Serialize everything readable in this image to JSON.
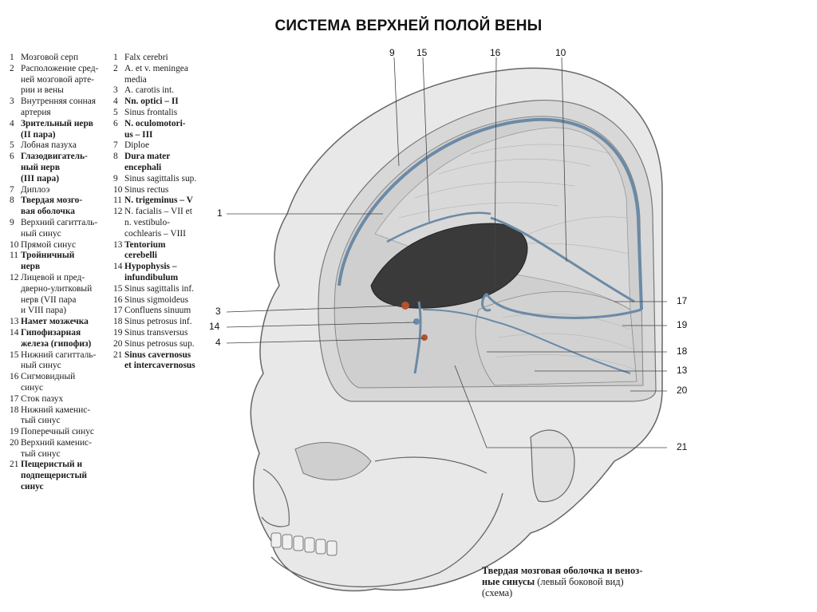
{
  "title": "СИСТЕМА ВЕРХНЕЙ ПОЛОЙ ВЕНЫ",
  "legend_ru": [
    {
      "n": "1",
      "text": "Мозговой серп",
      "bold": false
    },
    {
      "n": "2",
      "text": "Расположение сред-\nней мозговой арте-\nрии и вены",
      "bold": false
    },
    {
      "n": "3",
      "text": "Внутренняя сонная\nартерия",
      "bold": false
    },
    {
      "n": "4",
      "text": "Зрительный нерв\n(II пара)",
      "bold": true
    },
    {
      "n": "5",
      "text": "Лобная пазуха",
      "bold": false
    },
    {
      "n": "6",
      "text": "Глазодвигатель-\nный нерв\n(III пара)",
      "bold": true
    },
    {
      "n": "7",
      "text": "Диплоэ",
      "bold": false
    },
    {
      "n": "8",
      "text": "Твердая мозго-\nвая оболочка",
      "bold": true
    },
    {
      "n": "9",
      "text": "Верхний сагитталь-\nный синус",
      "bold": false
    },
    {
      "n": "10",
      "text": "Прямой синус",
      "bold": false
    },
    {
      "n": "11",
      "text": "Тройничный\nнерв",
      "bold": true
    },
    {
      "n": "12",
      "text": "Лицевой и пред-\nдверно-улитковый\nнерв (VII пара\nи VIII пара)",
      "bold": false
    },
    {
      "n": "13",
      "text": "Намет мозжечка",
      "bold": true
    },
    {
      "n": "14",
      "text": "Гипофизарная\nжелеза (гипофиз)",
      "bold": true
    },
    {
      "n": "15",
      "text": "Нижний сагитталь-\nный синус",
      "bold": false
    },
    {
      "n": "16",
      "text": "Сигмовидный\nсинус",
      "bold": false
    },
    {
      "n": "17",
      "text": "Сток пазух",
      "bold": false
    },
    {
      "n": "18",
      "text": "Нижний каменис-\nтый синус",
      "bold": false
    },
    {
      "n": "19",
      "text": "Поперечный синус",
      "bold": false
    },
    {
      "n": "20",
      "text": "Верхний каменис-\nтый синус",
      "bold": false
    },
    {
      "n": "21",
      "text": "Пещеристый и\nподпещеристый\nсинус",
      "bold": true
    }
  ],
  "legend_lat": [
    {
      "n": "1",
      "text": "Falx cerebri",
      "bold": false
    },
    {
      "n": "2",
      "text": "A. et v. meningea\nmedia",
      "bold": false
    },
    {
      "n": "3",
      "text": "A. carotis int.",
      "bold": false
    },
    {
      "n": "4",
      "text": "Nn. optici – II",
      "bold": true
    },
    {
      "n": "5",
      "text": "Sinus frontalis",
      "bold": false
    },
    {
      "n": "6",
      "text": "N. oculomotori-\nus – III",
      "bold": true
    },
    {
      "n": "7",
      "text": "Diploe",
      "bold": false
    },
    {
      "n": "8",
      "text": "Dura mater\nencephali",
      "bold": true
    },
    {
      "n": "9",
      "text": "Sinus sagittalis sup.",
      "bold": false
    },
    {
      "n": "10",
      "text": "Sinus rectus",
      "bold": false
    },
    {
      "n": "11",
      "text": "N. trigeminus – V",
      "bold": true
    },
    {
      "n": "12",
      "text": "N. facialis – VII et\nn. vestibulo-\ncochlearis – VIII",
      "bold": false
    },
    {
      "n": "13",
      "text": "Tentorium\ncerebelli",
      "bold": true
    },
    {
      "n": "14",
      "text": "Hypophysis –\ninfundibulum",
      "bold": true
    },
    {
      "n": "15",
      "text": "Sinus sagittalis inf.",
      "bold": false
    },
    {
      "n": "16",
      "text": "Sinus sigmoideus",
      "bold": false
    },
    {
      "n": "17",
      "text": "Confluens sinuum",
      "bold": false
    },
    {
      "n": "18",
      "text": "Sinus petrosus inf.",
      "bold": false
    },
    {
      "n": "19",
      "text": "Sinus transversus",
      "bold": false
    },
    {
      "n": "20",
      "text": "Sinus petrosus sup.",
      "bold": false
    },
    {
      "n": "21",
      "text": "Sinus cavernosus\net intercavernosus",
      "bold": true
    }
  ],
  "callouts": {
    "c9": "9",
    "c15": "15",
    "c16": "16",
    "c10": "10",
    "c1": "1",
    "c3": "3",
    "c14": "14",
    "c4": "4",
    "c17": "17",
    "c19": "19",
    "c18": "18",
    "c13": "13",
    "c20": "20",
    "c21": "21"
  },
  "caption": {
    "bold": "Твердая мозговая оболочка и веноз-\nные синусы",
    "normal": " (левый боковой вид)\n(схема)"
  },
  "colors": {
    "sinus_blue": "#6b8aa6",
    "vessel_red": "#b5532e",
    "line_gray": "#555555",
    "skull_fill": "#e4e4e4"
  }
}
